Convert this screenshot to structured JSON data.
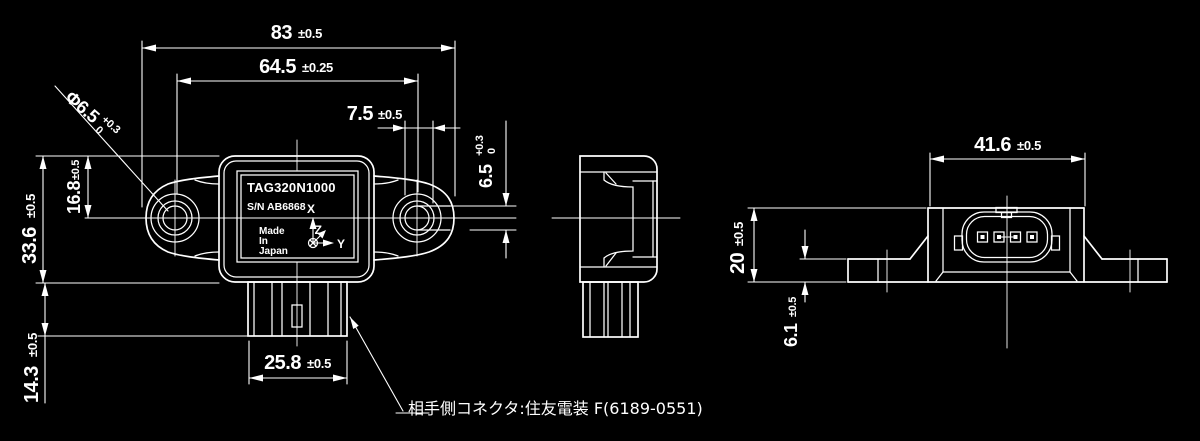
{
  "colors": {
    "background": "#000000",
    "line": "#ffffff"
  },
  "part_marking": {
    "model": "TAG320N1000",
    "serial": "S/N AB6868",
    "origin_line1": "Made",
    "origin_line2": "In",
    "origin_line3": "Japan"
  },
  "axis_marker": {
    "x": "X",
    "y": "Y",
    "z": "Z"
  },
  "dimensions": {
    "overall_length": {
      "value": "83",
      "tolerance": "±0.5"
    },
    "mounting_hole_pitch": {
      "value": "64.5",
      "tolerance": "±0.25"
    },
    "boss_width": {
      "value": "7.5",
      "tolerance": "±0.5"
    },
    "mounting_hole_diameter": {
      "value": "Φ6.5",
      "tolerance_upper": "+0.3",
      "tolerance_lower": "0"
    },
    "slot_width": {
      "value": "6.5",
      "tolerance_upper": "+0.3",
      "tolerance_lower": "0"
    },
    "body_height": {
      "value": "33.6",
      "tolerance": "±0.5"
    },
    "hole_center_height": {
      "value": "16.8",
      "tolerance": "±0.5"
    },
    "connector_protrusion": {
      "value": "14.3",
      "tolerance": "±0.5"
    },
    "connector_width": {
      "value": "25.8",
      "tolerance": "±0.5"
    },
    "body_depth": {
      "value": "41.6",
      "tolerance": "±0.5"
    },
    "side_height": {
      "value": "20",
      "tolerance": "±0.5"
    },
    "flange_height": {
      "value": "6.1",
      "tolerance": "±0.5"
    }
  },
  "note": {
    "mating_connector": "相手側コネクタ:住友電装 F(6189-0551)"
  }
}
